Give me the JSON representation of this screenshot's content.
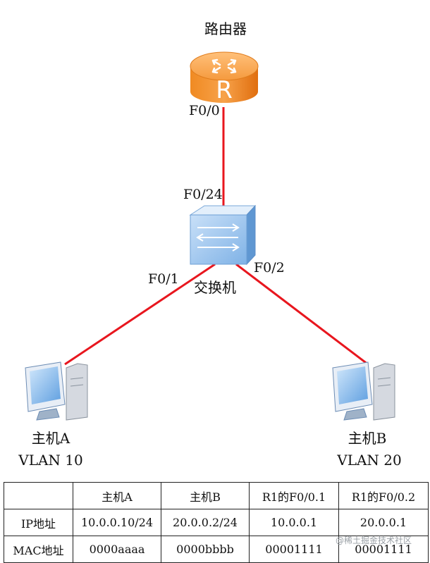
{
  "nodes": {
    "router": {
      "label": "路由器",
      "port": "F0/0"
    },
    "switch": {
      "label": "交换机",
      "uplink_port": "F0/24",
      "port_a": "F0/1",
      "port_b": "F0/2"
    },
    "host_a": {
      "label": "主机A",
      "vlan": "VLAN 10"
    },
    "host_b": {
      "label": "主机B",
      "vlan": "VLAN 20"
    }
  },
  "colors": {
    "link": "#e8161e",
    "router_body": "#f07a12",
    "switch_body": "#8cbcec"
  },
  "table": {
    "header": [
      "",
      "主机A",
      "主机B",
      "R1的F0/0.1",
      "R1的F0/0.2"
    ],
    "rows": [
      [
        "IP地址",
        "10.0.0.10/24",
        "20.0.0.2/24",
        "10.0.0.1",
        "20.0.0.1"
      ],
      [
        "MAC地址",
        "0000aaaa",
        "0000bbbb",
        "00001111",
        "00001111"
      ]
    ]
  },
  "watermark": "@稀土掘金技术社区"
}
